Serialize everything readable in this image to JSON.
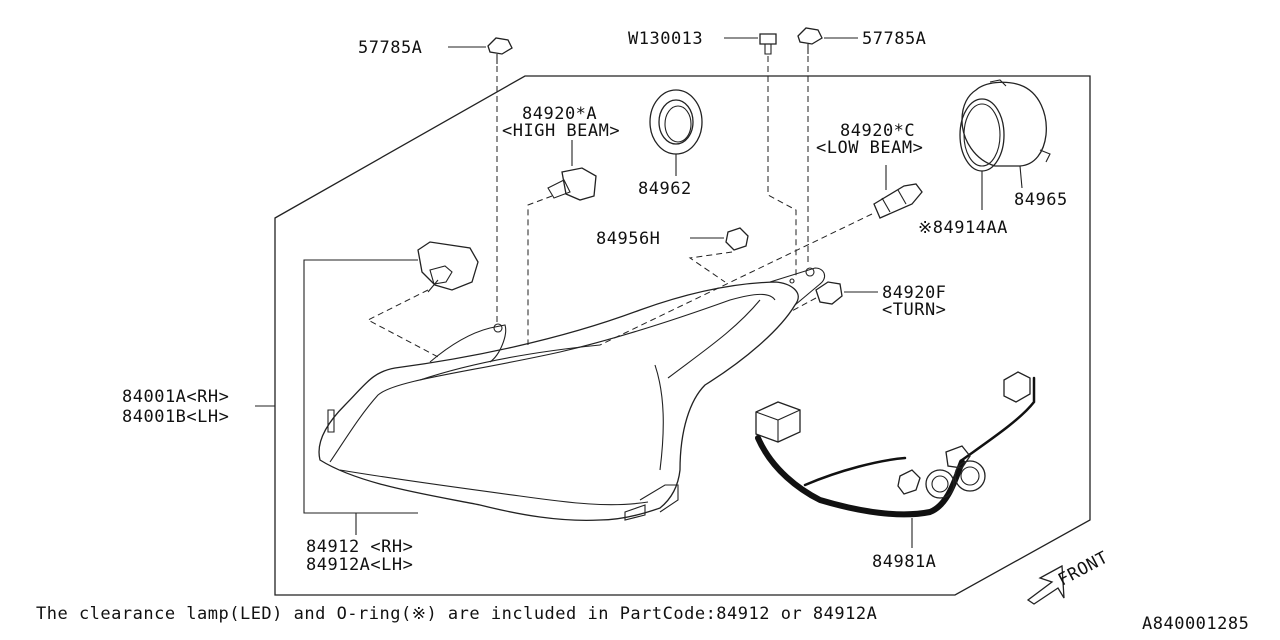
{
  "diagram_id": "A840001285",
  "footnote": "The clearance lamp(LED) and O-ring(※) are included in PartCode:84912 or 84912A",
  "front_label": "FRONT",
  "parts": {
    "clip_left": "57785A",
    "clip_right": "57785A",
    "screw": "W130013",
    "high_beam_code": "84920*A",
    "high_beam_desc": "<HIGH BEAM>",
    "low_beam_code": "84920*C",
    "low_beam_desc": "<LOW BEAM>",
    "cap_small": "84962",
    "cap_large": "84965",
    "oring": "※84914AA",
    "bulb_cap": "84956H",
    "turn_code": "84920F",
    "turn_desc": "<TURN>",
    "assy_rh": "84001A<RH>",
    "assy_lh": "84001B<LH>",
    "clearance_rh": "84912  <RH>",
    "clearance_lh": "84912A<LH>",
    "harness": "84981A"
  }
}
